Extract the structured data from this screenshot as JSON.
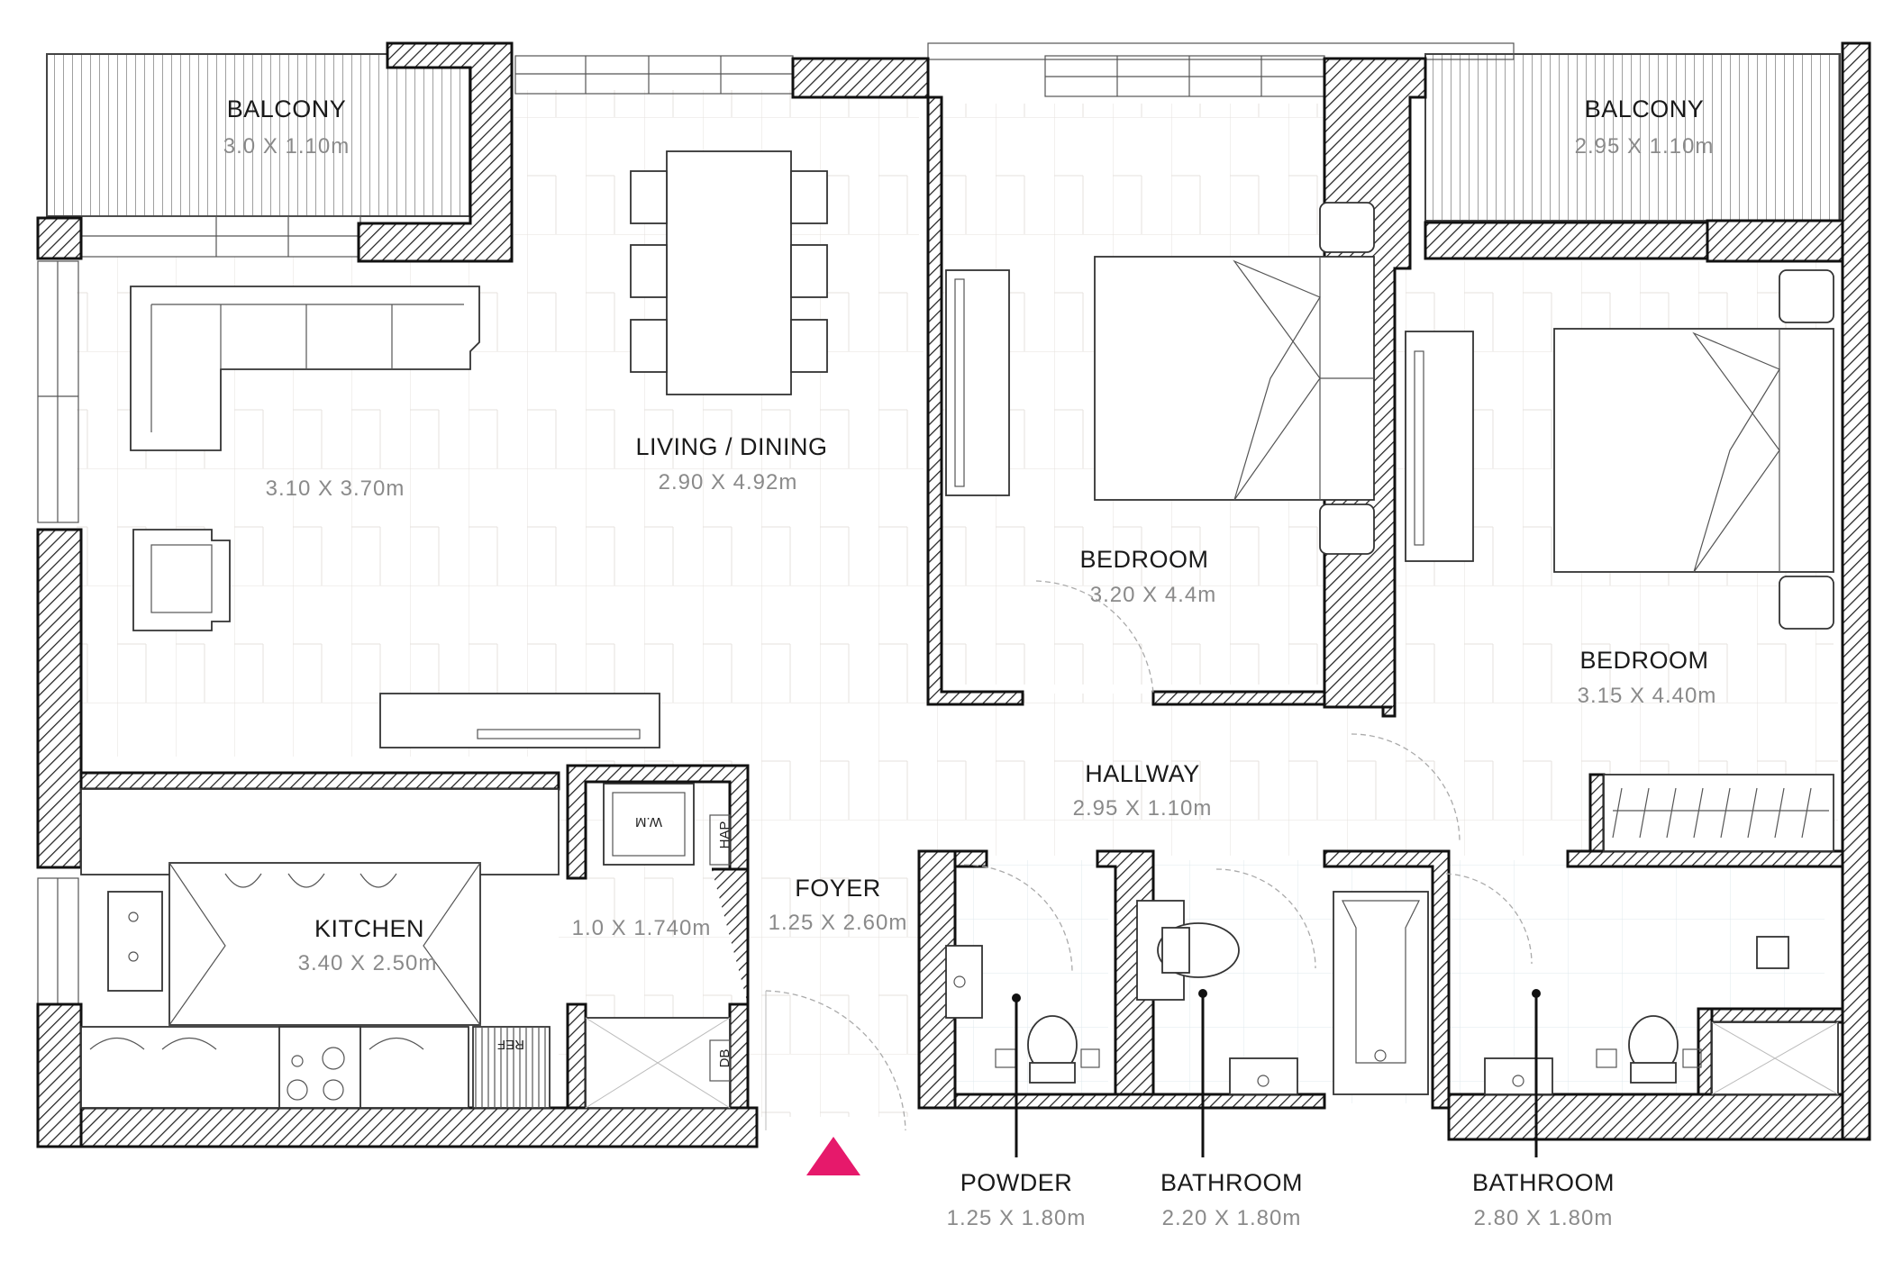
{
  "rooms": {
    "balcony_left": {
      "name": "BALCONY",
      "dim": "3.0  X  1.10m"
    },
    "balcony_right": {
      "name": "BALCONY",
      "dim": "2.95  X  1.10m"
    },
    "living_area": {
      "dim": "3.10  X  3.70m"
    },
    "living_dining": {
      "name": "LIVING / DINING",
      "dim": "2.90  X  4.92m"
    },
    "bedroom_1": {
      "name": "BEDROOM",
      "dim": "3.20  X  4.4m"
    },
    "bedroom_2": {
      "name": "BEDROOM",
      "dim": "3.15  X  4.40m"
    },
    "hallway": {
      "name": "HALLWAY",
      "dim": "2.95  X  1.10m"
    },
    "kitchen": {
      "name": "KITCHEN",
      "dim": "3.40  X  2.50m"
    },
    "laundry": {
      "dim": "1.0  X  1.740m"
    },
    "foyer": {
      "name": "FOYER",
      "dim": "1.25  X  2.60m"
    },
    "powder": {
      "name": "POWDER",
      "dim": "1.25  X  1.80m"
    },
    "bathroom_1": {
      "name": "BATHROOM",
      "dim": "2.20  X  1.80m"
    },
    "bathroom_2": {
      "name": "BATHROOM",
      "dim": "2.80  X  1.80m"
    }
  },
  "labels": {
    "washing_machine": "W.M",
    "hap": "HAP",
    "ref": "REF",
    "db": "DB"
  },
  "colors": {
    "wall": "#111111",
    "entrance_marker": "#e6196b",
    "dimension_text": "#8a8a8a"
  }
}
